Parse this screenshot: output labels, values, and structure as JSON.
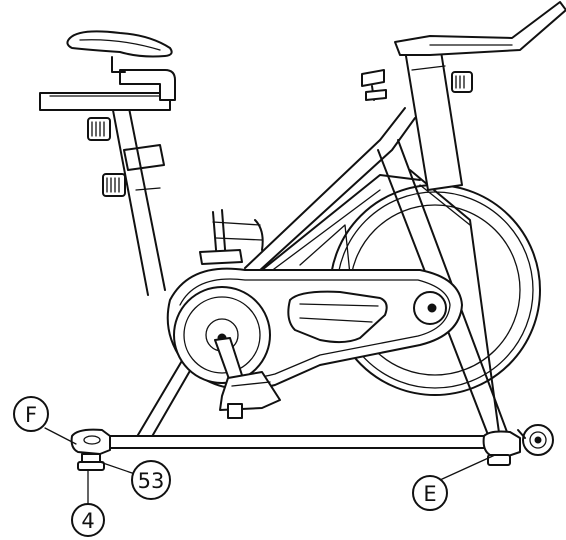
{
  "callouts": {
    "f": "F",
    "part_53": "53",
    "part_4": "4",
    "e": "E"
  }
}
